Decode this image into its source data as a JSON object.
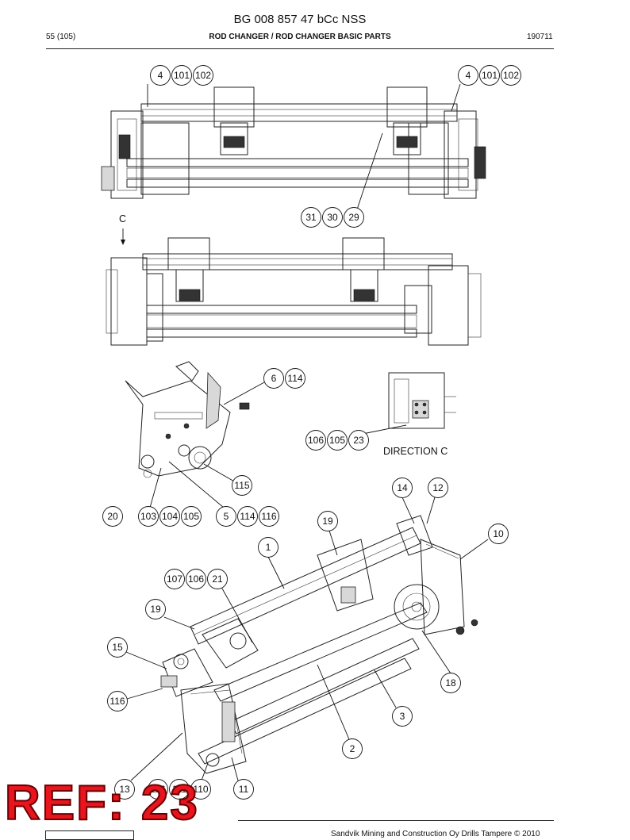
{
  "header": {
    "doc_title": "BG 008 857 47 bCc NSS",
    "page_ref": "55 (105)",
    "section": "ROD CHANGER / ROD CHANGER BASIC PARTS",
    "date_code": "190711"
  },
  "labels": {
    "view_c": "C",
    "direction_c": "DIRECTION C"
  },
  "callouts": {
    "top_left": [
      "4",
      "101",
      "102"
    ],
    "top_right": [
      "4",
      "101",
      "102"
    ],
    "top_bottom": [
      "31",
      "30",
      "29"
    ],
    "detail_right_top": [
      "6",
      "114"
    ],
    "direction_group": [
      "106",
      "105",
      "23"
    ],
    "c115": "115",
    "c20": "20",
    "g103": [
      "103",
      "104",
      "105"
    ],
    "g5": [
      "5",
      "114",
      "116"
    ],
    "c14": "14",
    "c12": "12",
    "c10": "10",
    "c19a": "19",
    "c1": "1",
    "g107": [
      "107",
      "106",
      "21"
    ],
    "c19b": "19",
    "c15": "15",
    "c18": "18",
    "c116": "116",
    "c3": "3",
    "c2": "2",
    "c13": "13",
    "g116": [
      "116",
      "111",
      "110"
    ],
    "c11": "11"
  },
  "stamp": {
    "text": "REF: 23",
    "color": "#e8141e"
  },
  "footer": {
    "copyright": "Sandvik Mining and Construction Oy Drills Tampere © 2010"
  }
}
